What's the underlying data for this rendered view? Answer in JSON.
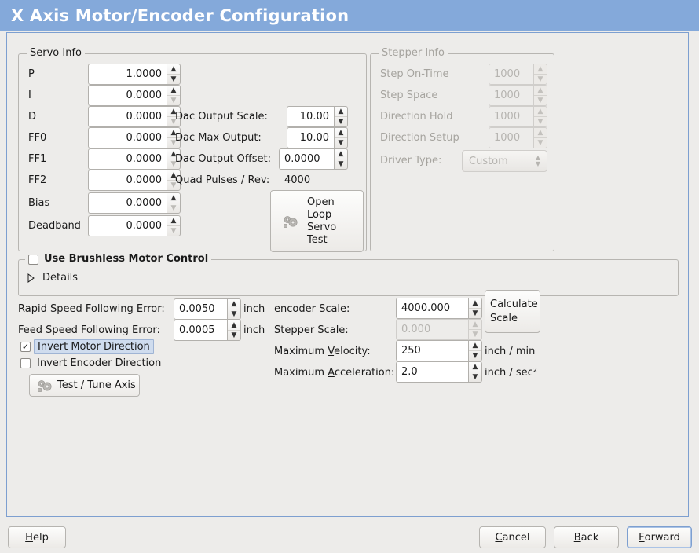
{
  "window": {
    "title": "X Axis Motor/Encoder Configuration",
    "titlebar_color": "#84a9da",
    "panel_border_color": "#7d9fd0",
    "background_color": "#edecea"
  },
  "servo_info": {
    "legend": "Servo Info",
    "fields": [
      {
        "label": "P",
        "value": "1.0000"
      },
      {
        "label": "I",
        "value": "0.0000"
      },
      {
        "label": "D",
        "value": "0.0000"
      },
      {
        "label": "FF0",
        "value": "0.0000"
      },
      {
        "label": "FF1",
        "value": "0.0000"
      },
      {
        "label": "FF2",
        "value": "0.0000"
      },
      {
        "label": "Bias",
        "value": "0.0000"
      },
      {
        "label": "Deadband",
        "value": "0.0000"
      }
    ],
    "dac": [
      {
        "label": "Dac Output Scale:",
        "value": "10.00"
      },
      {
        "label": "Dac Max Output:",
        "value": "10.00"
      },
      {
        "label": "Dac Output Offset:",
        "value": "0.0000"
      }
    ],
    "quad_pulses_label": "Quad Pulses / Rev:",
    "quad_pulses_value": "4000",
    "open_loop_button": "Open\nLoop\nServo\nTest",
    "open_loop_lines": [
      "Open",
      "Loop",
      "Servo",
      "Test"
    ],
    "open_loop_icon": "gears-icon"
  },
  "stepper_info": {
    "legend": "Stepper Info",
    "disabled": true,
    "fields": [
      {
        "label": "Step On-Time",
        "value": "1000"
      },
      {
        "label": "Step Space",
        "value": "1000"
      },
      {
        "label": "Direction Hold",
        "value": "1000"
      },
      {
        "label": "Direction Setup",
        "value": "1000"
      }
    ],
    "driver_type_label": "Driver Type:",
    "driver_type_value": "Custom"
  },
  "brushless": {
    "checkbox_label": "Use Brushless Motor Control",
    "checked": false,
    "details_label": "Details",
    "details_expanded": false
  },
  "following_error": {
    "rapid_label": "Rapid Speed Following Error:",
    "rapid_value": "0.0050",
    "rapid_unit": "inch",
    "feed_label": "Feed Speed Following Error:",
    "feed_value": "0.0005",
    "feed_unit": "inch"
  },
  "invert": {
    "motor_label": "Invert Motor Direction",
    "motor_checked": true,
    "motor_focused": true,
    "encoder_label": "Invert Encoder Direction",
    "encoder_checked": false
  },
  "test_tune_button": {
    "label": "Test / Tune Axis",
    "icon": "gears-icon"
  },
  "scales": {
    "encoder_label": "encoder Scale:",
    "encoder_value": "4000.000",
    "stepper_label": "Stepper Scale:",
    "stepper_value": "0.000",
    "stepper_disabled": true,
    "calculate_button_lines": [
      "Calculate",
      "Scale"
    ],
    "max_velocity_label": "Maximum Velocity:",
    "max_velocity_mnemonic": "V",
    "max_velocity_value": "250",
    "max_velocity_unit": "inch / min",
    "max_accel_label": "Maximum Acceleration:",
    "max_accel_mnemonic": "A",
    "max_accel_value": "2.0",
    "max_accel_unit": "inch / sec²"
  },
  "footer": {
    "help": "Help",
    "help_mnemonic": "H",
    "cancel": "Cancel",
    "cancel_mnemonic": "C",
    "back": "Back",
    "back_mnemonic": "B",
    "forward": "Forward",
    "forward_mnemonic": "F",
    "focused_button": "Forward"
  }
}
